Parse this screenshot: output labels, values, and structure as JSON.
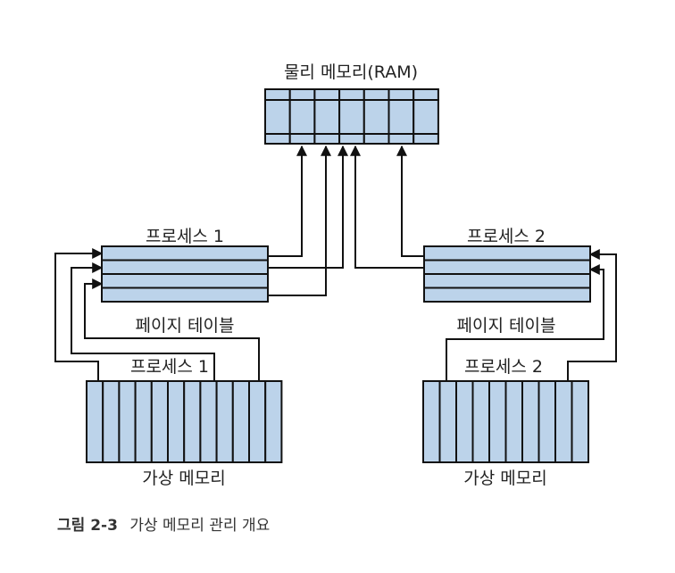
{
  "ram_label": "물리 메모리(RAM)",
  "process1": {
    "label": "프로세스 1",
    "page_table_label": "페이지 테이블",
    "vm_process_label": "프로세스 1",
    "vm_label": "가상 메모리"
  },
  "process2": {
    "label": "프로세스 2",
    "page_table_label": "페이지 테이블",
    "vm_process_label": "프로세스 2",
    "vm_label": "가상 메모리"
  },
  "caption": {
    "number": "그림 2-3",
    "text": "가상 메모리 관리 개요"
  },
  "colors": {
    "cell_fill": "#bcd3ea",
    "line": "#111111"
  }
}
